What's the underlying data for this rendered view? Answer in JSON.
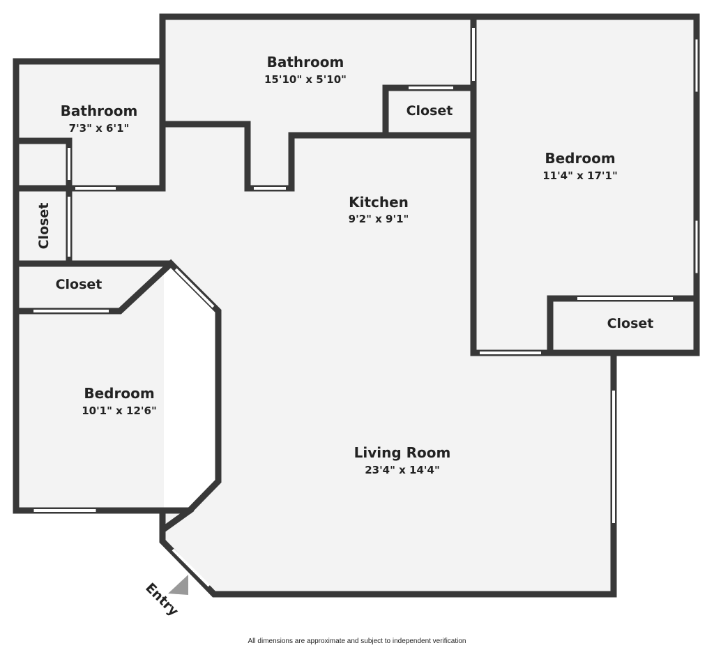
{
  "colors": {
    "wall": "#383838",
    "floor": "#f3f3f3",
    "window": "#ffffff",
    "entry_marker": "#999999"
  },
  "rooms": {
    "bathroom_top": {
      "name": "Bathroom",
      "dims": "15'10\" x 5'10\""
    },
    "bathroom_left": {
      "name": "Bathroom",
      "dims": "7'3\" x 6'1\""
    },
    "kitchen": {
      "name": "Kitchen",
      "dims": "9'2\" x 9'1\""
    },
    "bedroom_right": {
      "name": "Bedroom",
      "dims": "11'4\" x 17'1\""
    },
    "bedroom_left": {
      "name": "Bedroom",
      "dims": "10'1\" x 12'6\""
    },
    "living_room": {
      "name": "Living Room",
      "dims": "23'4\" x 14'4\""
    }
  },
  "closets": {
    "top": "Closet",
    "left_vertical": "Closet",
    "left": "Closet",
    "right": "Closet"
  },
  "entry": {
    "label": "Entry",
    "icon": "triangle-arrow-icon"
  },
  "footer": {
    "disclaimer": "All dimensions are approximate and subject to independent verification"
  }
}
